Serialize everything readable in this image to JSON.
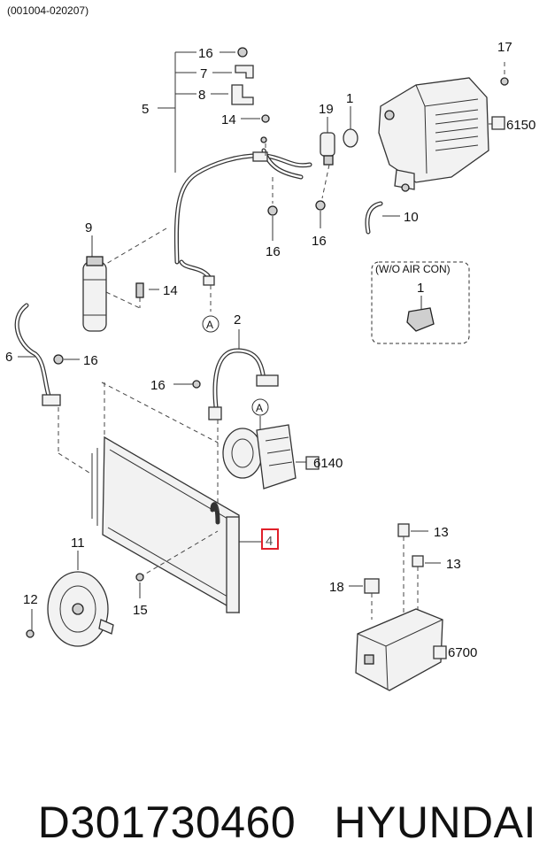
{
  "header": {
    "code_range": "(001004-020207)"
  },
  "footer": {
    "part_number": "D301730460",
    "brand": "HYUNDAI"
  },
  "callouts": {
    "c16a": "16",
    "c7": "7",
    "c8": "8",
    "c5": "5",
    "c14a": "14",
    "c17": "17",
    "c19": "19",
    "c1a": "1",
    "c6150": "6150",
    "c10": "10",
    "c16b": "16",
    "c16c": "16",
    "c9": "9",
    "c14b": "14",
    "c6": "6",
    "c16d": "16",
    "cA1": "A",
    "c2": "2",
    "c16e": "16",
    "cA2": "A",
    "c6140": "6140",
    "c4": "4",
    "c11": "11",
    "c12": "12",
    "c15": "15",
    "c13a": "13",
    "c13b": "13",
    "c18": "18",
    "c6700": "6700",
    "c1b": "1"
  },
  "inset": {
    "label": "(W/O AIR CON)"
  },
  "highlight_color": "#e0202a"
}
